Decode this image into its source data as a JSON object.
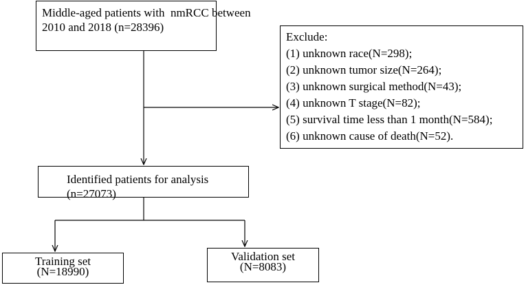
{
  "start_box": {
    "line1": "Middle-aged patients with  nmRCC between",
    "line2": "2010 and 2018 (n=28396)"
  },
  "exclude_box": {
    "title": "Exclude:",
    "items": [
      "(1) unknown race(N=298);",
      "(2) unknown tumor size(N=264);",
      "(3) unknown surgical method(N=43);",
      "(4) unknown T stage(N=82);",
      "(5) survival time less than 1 month(N=584);",
      "(6) unknown cause of death(N=52)."
    ]
  },
  "identified_box": {
    "label": "Identified patients for analysis (n=27073)"
  },
  "training_box": {
    "line1": "Training set",
    "line2": "(N=18990)"
  },
  "validation_box": {
    "line1": "Validation set",
    "line2": "(N=8083)"
  }
}
